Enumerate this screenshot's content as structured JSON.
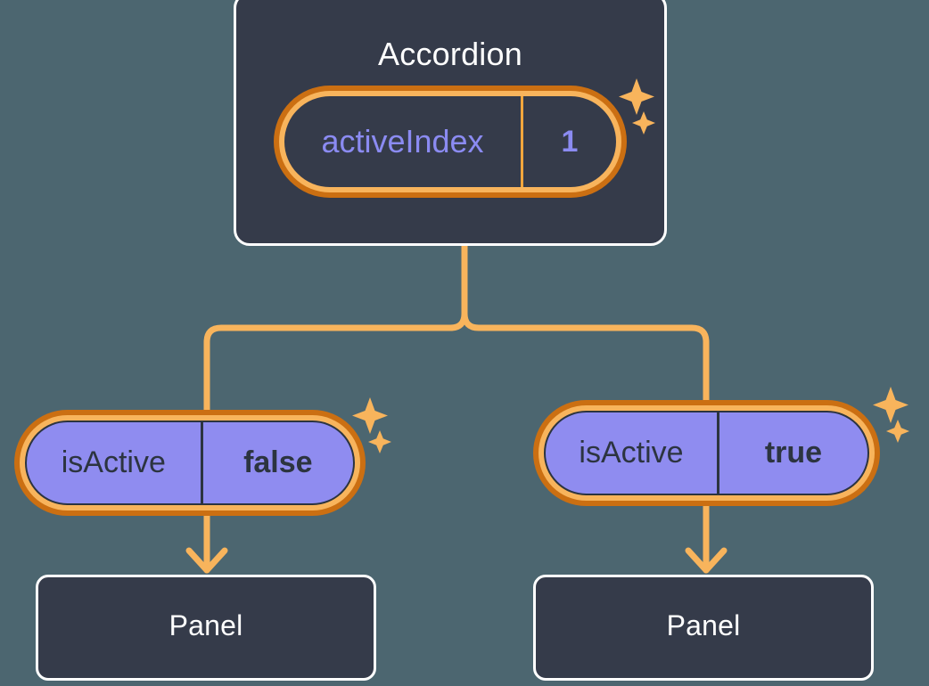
{
  "background_color": "#4c6670",
  "palette": {
    "card_fill": "#353b4a",
    "card_border": "#ffffff",
    "ring_outer": "#cb6f12",
    "ring_inner": "#f8b45c",
    "wire": "#f8b45c",
    "pill_purple": "#8f8cf0",
    "text_purple": "#8b8bf2",
    "text_dark": "#2c3440",
    "text_light": "#ffffff"
  },
  "diagram": {
    "type": "component-tree",
    "root": {
      "title": "Accordion",
      "state": {
        "key": "activeIndex",
        "value": "1"
      },
      "sparkle_icons": [
        "sparkle-large-icon",
        "sparkle-small-icon"
      ]
    },
    "branches": [
      {
        "id": "left",
        "prop": {
          "key": "isActive",
          "value": "false"
        },
        "child_title": "Panel",
        "sparkle_icons": [
          "sparkle-large-icon",
          "sparkle-small-icon"
        ],
        "arrow_icon": "arrow-down-icon"
      },
      {
        "id": "right",
        "prop": {
          "key": "isActive",
          "value": "true"
        },
        "child_title": "Panel",
        "sparkle_icons": [
          "sparkle-large-icon",
          "sparkle-small-icon"
        ],
        "arrow_icon": "arrow-down-icon"
      }
    ]
  }
}
